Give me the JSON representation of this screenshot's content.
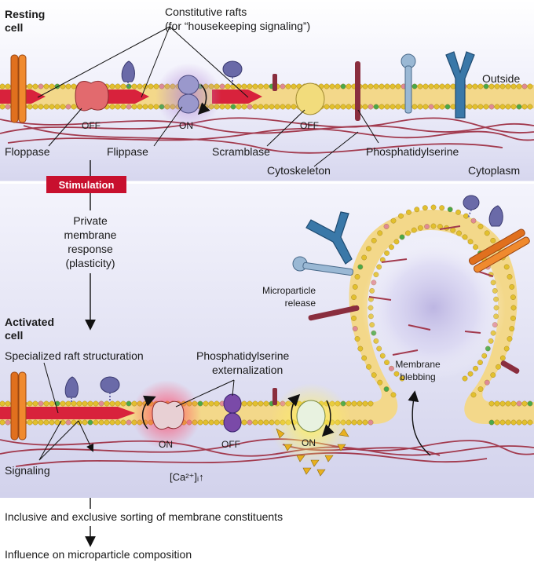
{
  "top_panel": {
    "title_line1": "Resting",
    "title_line2": "cell",
    "rafts_line1": "Constitutive rafts",
    "rafts_line2": "(for “housekeeping signaling”)",
    "outside": "Outside",
    "cytoplasm": "Cytoplasm",
    "off1": "OFF",
    "on1": "ON",
    "off2": "OFF",
    "floppase": "Floppase",
    "flippase": "Flippase",
    "scramblase": "Scramblase",
    "cytoskeleton": "Cytoskeleton",
    "phosphatidylserine": "Phosphatidylserine"
  },
  "stimulation": "Stimulation",
  "response": {
    "line1": "Private",
    "line2": "membrane",
    "line3": "response",
    "line4": "(plasticity)"
  },
  "bottom_panel": {
    "title_line1": "Activated",
    "title_line2": "cell",
    "specialized": "Specialized raft structuration",
    "ps_ext_line1": "Phosphatidylserine",
    "ps_ext_line2": "externalization",
    "microparticle_line1": "Microparticle",
    "microparticle_line2": "release",
    "blebbing_line1": "Membrane",
    "blebbing_line2": "blebbing",
    "on_a": "ON",
    "off_b": "OFF",
    "on_c": "ON",
    "signaling": "Signaling",
    "calcium": "[Ca²⁺]ᵢ↑"
  },
  "footer": {
    "line1": "Inclusive and exclusive sorting of membrane constituents",
    "line2": "Influence on microparticle composition"
  },
  "colors": {
    "panel_bg": "#dcdcf2",
    "lipid_head": "#e2c02e",
    "lipid_pink": "#e08a96",
    "lipid_green": "#4aa84a",
    "raft_arrow": "#d8223c",
    "cytoskeleton": "#a23a4e",
    "stim_red": "#c8102e"
  }
}
